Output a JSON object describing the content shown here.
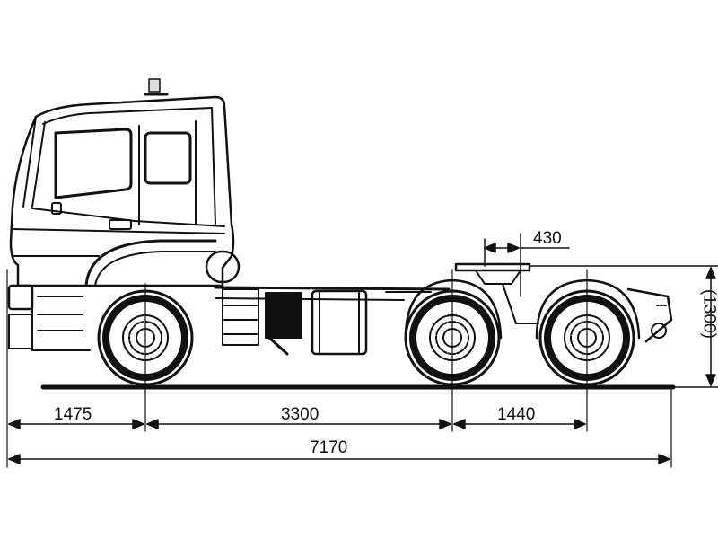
{
  "diagram": {
    "subject": "6x4 truck tractor side elevation",
    "line_color": "#111111",
    "background": "#ffffff"
  },
  "dimensions": {
    "front_overhang": "1475",
    "wheelbase_front_to_rear1": "3300",
    "rear_axle_spacing": "1440",
    "overall_length": "7170",
    "fifth_wheel_offset": "430",
    "fifth_wheel_height": "(1300)"
  }
}
